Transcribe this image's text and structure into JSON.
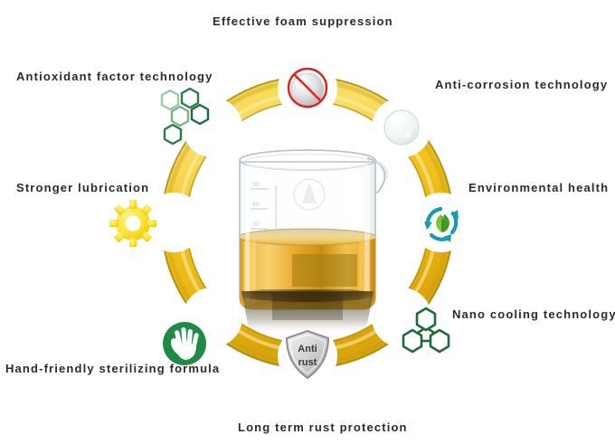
{
  "graphic": {
    "type": "radial-feature-wheel",
    "center_subject": "glass-beaker-with-amber-lubricant-fluid",
    "ring_color": "#F2C524",
    "ring_edge_color": "#8A7312",
    "fluid_color": "#E5A82C",
    "fluid_highlight": "#F7D277",
    "text_color": "#2b2b2b",
    "background_color": "#ffffff"
  },
  "features": [
    {
      "id": "foam",
      "label": "Effective foam suppression",
      "icon": "no-foam-icon",
      "icon_colors": {
        "primary": "#cfcfcf",
        "accent": "#e02020"
      }
    },
    {
      "id": "anti-corrosion",
      "label": "Anti-corrosion technology",
      "icon": "droplet-bubble-icon",
      "icon_colors": {
        "primary": "#e8eef0",
        "accent": "#c8d4d8"
      }
    },
    {
      "id": "environmental",
      "label": "Environmental health",
      "icon": "recycle-leaf-icon",
      "icon_colors": {
        "primary": "#1a9bb0",
        "accent": "#4aa82a"
      }
    },
    {
      "id": "nano-cooling",
      "label": "Nano cooling technology",
      "icon": "molecule-hexagon-icon",
      "icon_colors": {
        "primary": "#1d6b3a",
        "accent": "#1d6b3a"
      }
    },
    {
      "id": "rust",
      "label": "Long term rust protection",
      "icon": "shield-badge-icon",
      "badge_text_line1": "Anti",
      "badge_text_line2": "rust",
      "icon_colors": {
        "primary": "#cdcdcd",
        "accent": "#8f8f8f"
      }
    },
    {
      "id": "hand-friendly",
      "label": "Hand-friendly sterilizing formula",
      "icon": "open-hand-icon",
      "icon_colors": {
        "primary": "#1f8a44",
        "accent": "#ffffff"
      }
    },
    {
      "id": "lubrication",
      "label": "Stronger lubrication",
      "icon": "gear-icon",
      "icon_colors": {
        "primary": "#FBE23A",
        "accent": "#F5C400"
      }
    },
    {
      "id": "antioxidant",
      "label": "Antioxidant factor technology",
      "icon": "honeycomb-icon",
      "icon_colors": {
        "primary": "#1d6b3a",
        "accent": "#7fb08d"
      }
    }
  ]
}
